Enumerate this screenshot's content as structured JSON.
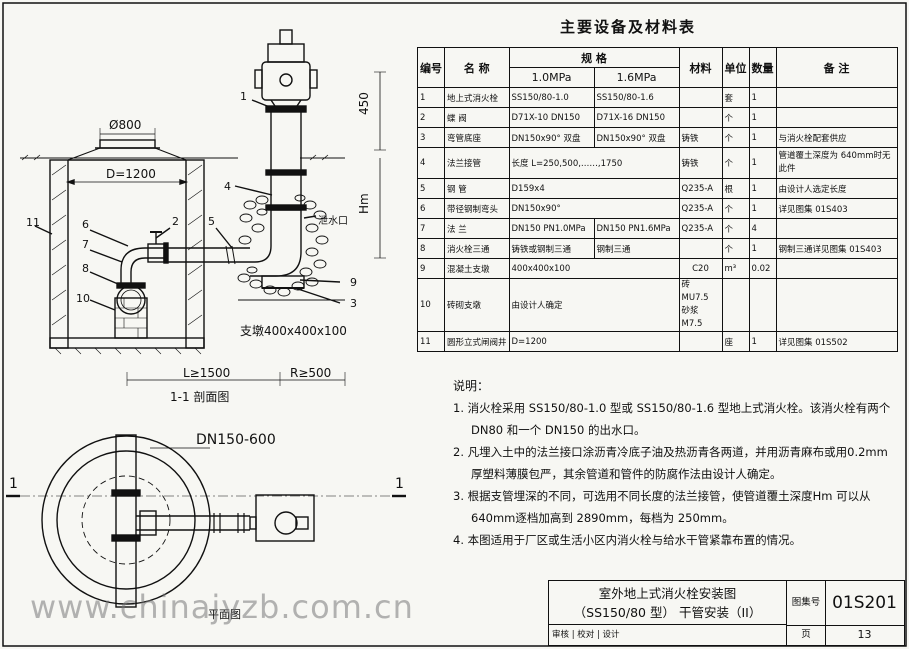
{
  "drawing": {
    "section_title": "1-1 剖面图",
    "plan_title": "平面图",
    "dims": {
      "d800": "Ø800",
      "d1200": "D=1200",
      "h450": "450",
      "hm": "Hm",
      "l1500": "L≥1500",
      "r500": "R≥500",
      "support": "支墩400x400x100",
      "dn": "DN150-600",
      "drain": "泄水口"
    },
    "callouts": [
      "1",
      "2",
      "3",
      "4",
      "5",
      "6",
      "7",
      "8",
      "9",
      "10",
      "11"
    ],
    "section_mark": "1"
  },
  "table": {
    "title": "主要设备及材料表",
    "headers": {
      "no": "编号",
      "name": "名 称",
      "spec": "规    格",
      "spec1": "1.0MPa",
      "spec2": "1.6MPa",
      "material": "材料",
      "unit": "单位",
      "qty": "数量",
      "remark": "备    注"
    },
    "rows": [
      {
        "no": "1",
        "name": "地上式消火栓",
        "spec1": "SS150/80-1.0",
        "spec2": "SS150/80-1.6",
        "material": "",
        "unit": "套",
        "qty": "1",
        "remark": ""
      },
      {
        "no": "2",
        "name": "蝶 阀",
        "spec1": "D71X-10 DN150",
        "spec2": "D71X-16 DN150",
        "material": "",
        "unit": "个",
        "qty": "1",
        "remark": ""
      },
      {
        "no": "3",
        "name": "弯管底座",
        "spec1": "DN150x90° 双盘",
        "spec2": "DN150x90° 双盘",
        "material": "铸铁",
        "unit": "个",
        "qty": "1",
        "remark": "与消火栓配套供应"
      },
      {
        "no": "4",
        "name": "法兰接管",
        "spec1": "长度 L=250,500,……,1750",
        "spec2": "",
        "material": "铸铁",
        "unit": "个",
        "qty": "1",
        "remark": "管道覆土深度为 640mm时无此件"
      },
      {
        "no": "5",
        "name": "钢 管",
        "spec1": "D159x4",
        "spec2": "",
        "material": "Q235-A",
        "unit": "根",
        "qty": "1",
        "remark": "由设计人选定长度"
      },
      {
        "no": "6",
        "name": "带径钢制弯头",
        "spec1": "DN150x90°",
        "spec2": "",
        "material": "Q235-A",
        "unit": "个",
        "qty": "1",
        "remark": "详见图集 01S403"
      },
      {
        "no": "7",
        "name": "法 兰",
        "spec1": "DN150 PN1.0MPa",
        "spec2": "DN150 PN1.6MPa",
        "material": "Q235-A",
        "unit": "个",
        "qty": "4",
        "remark": ""
      },
      {
        "no": "8",
        "name": "消火栓三通",
        "spec1": "铸铁或钢制三通",
        "spec2": "钢制三通",
        "material": "",
        "unit": "个",
        "qty": "1",
        "remark": "钢制三通详见图集 01S403"
      },
      {
        "no": "9",
        "name": "混凝土支墩",
        "spec1": "400x400x100",
        "spec2": "",
        "material": "C20",
        "unit": "m³",
        "qty": "0.02",
        "remark": ""
      },
      {
        "no": "10",
        "name": "砖砌支墩",
        "spec1": "由设计人确定",
        "spec2": "",
        "material": "砖 MU7.5 砂浆 M7.5",
        "unit": "",
        "qty": "",
        "remark": ""
      },
      {
        "no": "11",
        "name": "圆形立式闸阀井",
        "spec1": "D=1200",
        "spec2": "",
        "material": "",
        "unit": "座",
        "qty": "1",
        "remark": "详见图集 01S502"
      }
    ]
  },
  "notes": {
    "heading": "说明：",
    "items": [
      "1. 消火栓采用 SS150/80-1.0 型或 SS150/80-1.6 型地上式消火栓。该消火栓有两个 DN80 和一个 DN150 的出水口。",
      "2. 凡埋入土中的法兰接口涂沥青冷底子油及热沥青各两道，并用沥青麻布或用0.2mm厚塑料薄膜包严，其余管道和管件的防腐作法由设计人确定。",
      "3. 根据支管埋深的不同，可选用不同长度的法兰接管，使管道覆土深度Hm 可以从640mm逐档加高到 2890mm，每档为 250mm。",
      "4. 本图适用于厂区或生活小区内消火栓与给水干管紧靠布置的情况。"
    ]
  },
  "title_block": {
    "title_line1": "室外地上式消火栓安装图",
    "title_line2": "（SS150/80 型） 干管安装（II）",
    "atlas_label": "图集号",
    "atlas_no": "01S201",
    "signatures": "审核 | 校对 | 设计",
    "page_label": "页",
    "page_no": "13"
  },
  "watermark": "www.chinajyzb.com.cn"
}
